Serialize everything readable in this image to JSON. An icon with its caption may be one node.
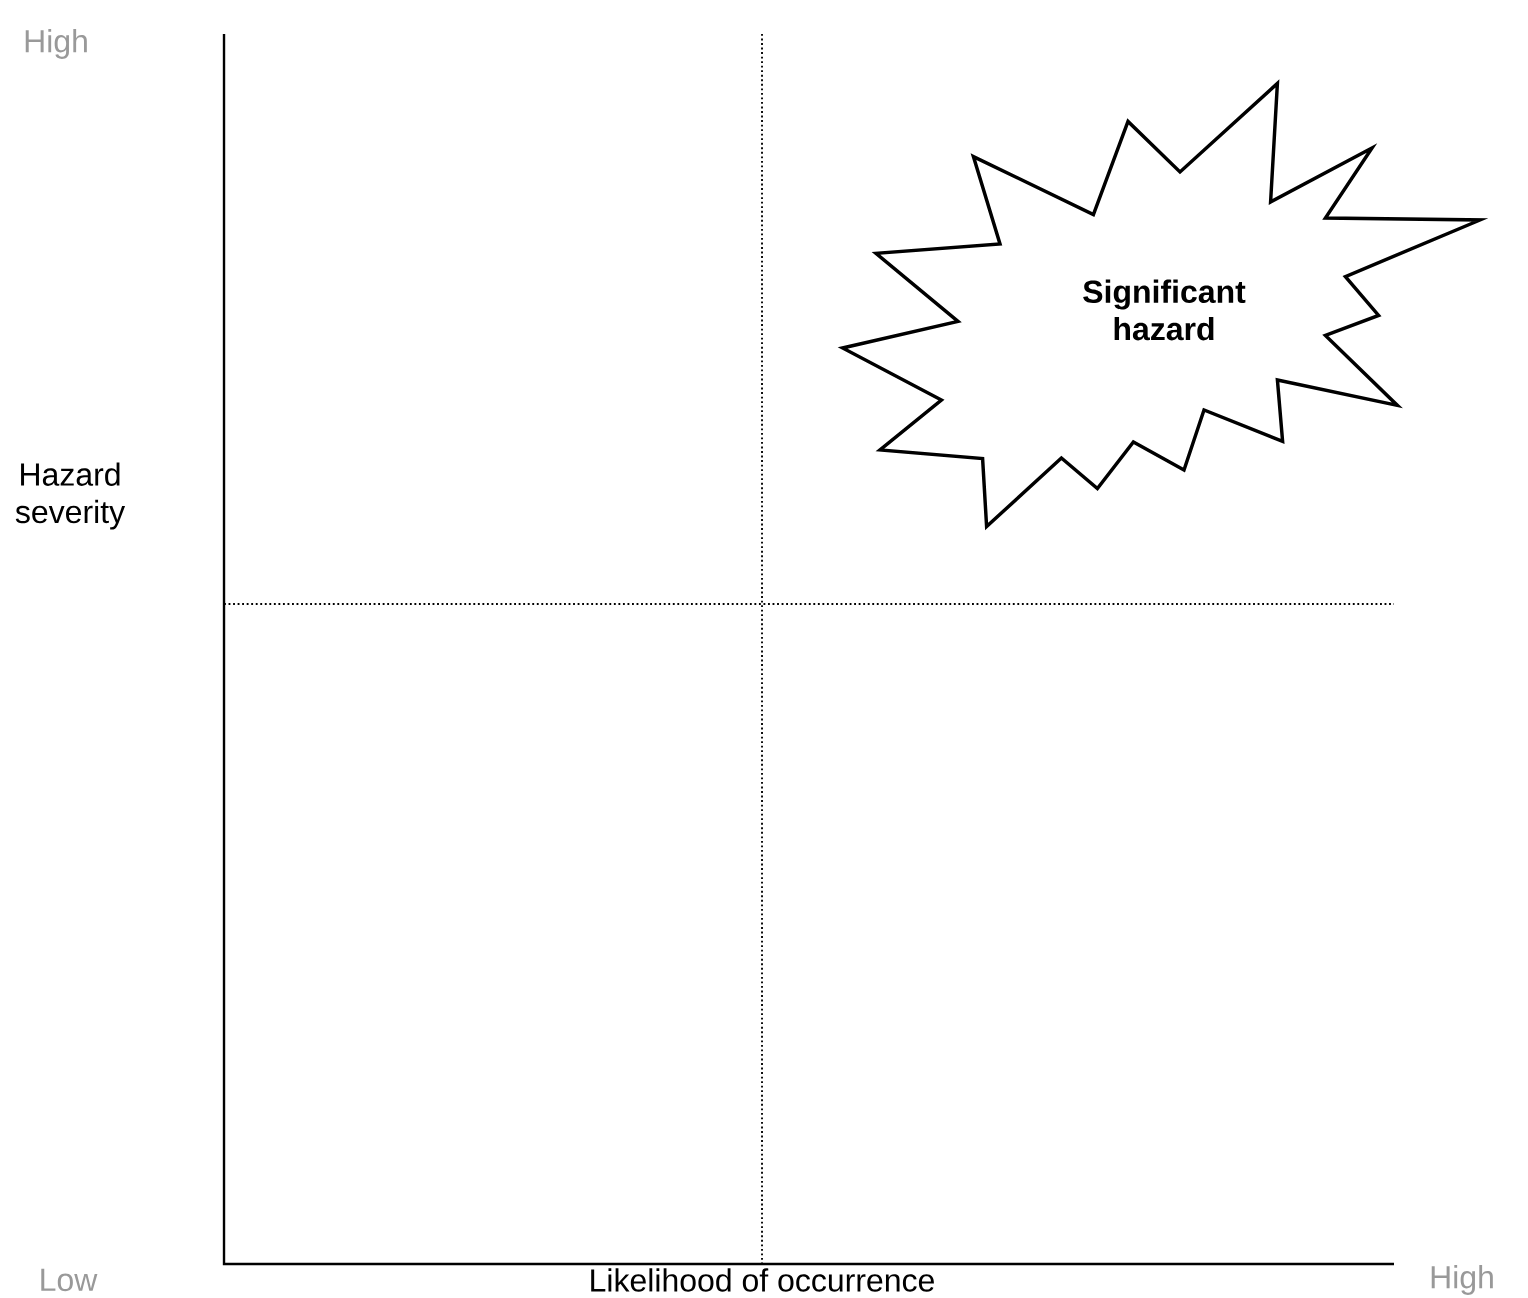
{
  "diagram": {
    "nodes": [
      {
        "text": [
          "Significant hazard"
        ]
      }
    ],
    "labels": [
      "High",
      "Hazard severity",
      "Low",
      "Likelihood of occurrence",
      "High"
    ]
  }
}
